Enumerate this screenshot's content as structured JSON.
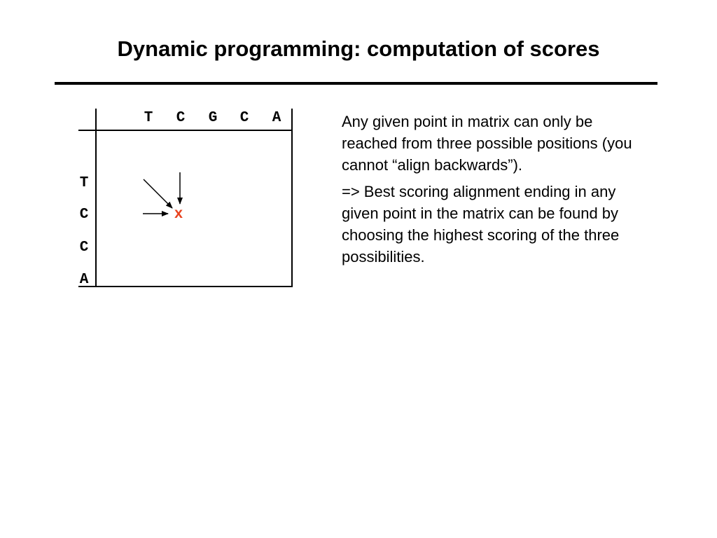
{
  "title": "Dynamic programming: computation of scores",
  "matrix": {
    "column_letters": [
      "T",
      "C",
      "G",
      "C",
      "A"
    ],
    "row_letters": [
      "T",
      "C",
      "C",
      "A"
    ],
    "marker": "x",
    "marker_color": "#e8431f"
  },
  "paragraphs": [
    "Any given point in matrix can only be reached from three possible positions (you cannot “align backwards”).",
    "=> Best scoring alignment ending in any given point in the matrix can be found by choosing the highest scoring of the three possibilities."
  ]
}
